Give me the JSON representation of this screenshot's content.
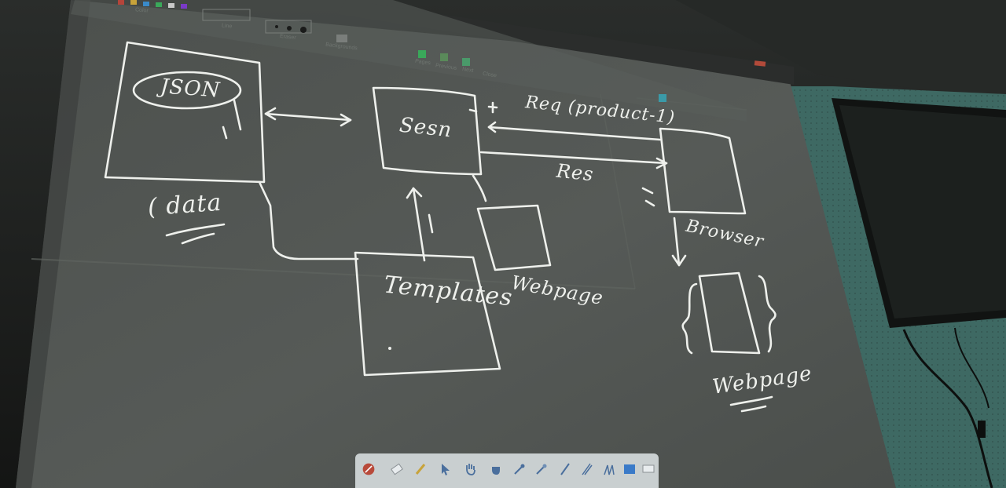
{
  "whiteboard_toolbar": {
    "color_label": "Color",
    "line_label": "Line",
    "eraser_label": "Eraser",
    "backgrounds_label": "Backgrounds",
    "pages_label": "Pages",
    "previous_label": "Previous",
    "next_label": "Next",
    "close_label": "Close"
  },
  "board": {
    "json_label": "JSON",
    "data_label": "( data",
    "server_label": "Sesn",
    "templates_label": "Templates",
    "webpage_small_label": "Webpage",
    "request_label": "Req (product-1)",
    "response_label": "Res",
    "browser_label": "Browser",
    "webpage_label": "Webpage"
  },
  "dock": {
    "tools": [
      "pen-icon",
      "eraser-icon",
      "marker-icon",
      "pointer-icon",
      "hand-icon",
      "grab-icon",
      "wand-icon",
      "wand-alt-icon",
      "pen-line-icon",
      "stylus-icon",
      "chart-icon",
      "board-icon",
      "screen-icon"
    ]
  }
}
